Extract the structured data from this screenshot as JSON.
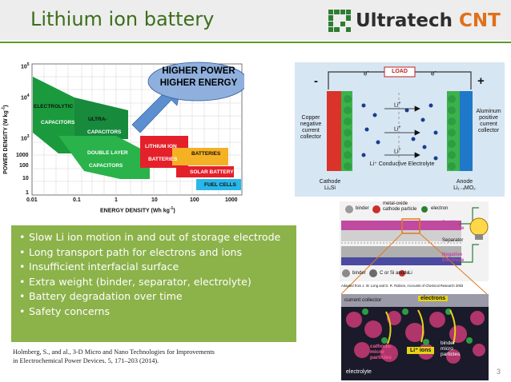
{
  "header": {
    "title": "Lithium ion battery",
    "logo_name": "Ultratech",
    "logo_suffix": "CNT"
  },
  "ragone": {
    "arrow_line1": "HIGHER POWER",
    "arrow_line2": "HIGHER ENERGY",
    "xaxis_label": "ENERGY DENSITY (Wh kg",
    "yaxis_label": "POWER DENSITY (W kg",
    "axis_exp": "-1",
    "x_ticks": [
      "0.01",
      "0.1",
      "1",
      "10",
      "100",
      "1000"
    ],
    "y_ticks": [
      "10",
      "10",
      "10",
      "1000",
      "100",
      "10",
      "1"
    ],
    "y_exps": [
      "5",
      "4",
      "3"
    ],
    "regions": {
      "electrolytic": [
        "ELECTROLYTIC",
        "CAPACITORS"
      ],
      "ultra": [
        "ULTRA-",
        "CAPACITORS"
      ],
      "double_layer": [
        "DOUBLE LAYER",
        "CAPACITORS"
      ],
      "lithium_ion": [
        "LITHIUM ION",
        "BATTERIES"
      ],
      "batteries": "BATTERIES",
      "solar": "SOLAR BATTERY",
      "fuel": "FUEL CELLS"
    },
    "colors": {
      "electrolytic": "#1a9a3c",
      "ultra": "#178a3c",
      "double_layer": "#29b34a",
      "lithium_ion": "#e4202a",
      "batteries": "#f4b124",
      "solar": "#e4202a",
      "fuel": "#29b6e8",
      "arrow": "#5b8fcf"
    }
  },
  "battery_diagram": {
    "electron_left": "e",
    "electron_right": "e",
    "electron_sup": "-",
    "load": "LOAD",
    "minus": "-",
    "plus": "+",
    "left_label": [
      "Copper",
      "negative",
      "current",
      "collector"
    ],
    "right_label": [
      "Aluminum",
      "positive",
      "current",
      "collector"
    ],
    "li_ion": "Li",
    "li_sup": "+",
    "electrolyte": "Li⁺ Conductive Electrolyte",
    "cathode": [
      "Cathode",
      "LiₓSi"
    ],
    "anode": [
      "Anode",
      "Li₁₋ₓMO₂"
    ]
  },
  "bullets": [
    "Slow Li ion motion in and out of storage electrode",
    "Long transport path for electrons and ions",
    "Insufficient interfacial surface",
    "Extra weight (binder, separator, electrolyte)",
    "Battery degradation over time",
    "Safety concerns"
  ],
  "citation": [
    "Holmberg, S., and al., 3-D Micro and Nano Technologies for Improvements",
    "in Electrochemical  Power Devices.  5, 171–203 (2014)."
  ],
  "electrode": {
    "binder": "binder",
    "metal_oxide": [
      "metal-oxide",
      "cathode particle"
    ],
    "electron": "electron",
    "positive": [
      "Positive",
      "Electrode"
    ],
    "separator": "Separator",
    "negative": [
      "Negative",
      "Electrode"
    ],
    "c_or_si": "C or Si anode",
    "li": "Li",
    "adapted": "Adapted from J. W. Long and D. R. Rolison, Accounts of Chemical Research 2003",
    "current_collector": "current collector",
    "electrons": "electrons",
    "cathodic": [
      "cathodic",
      "micro",
      "particles"
    ],
    "li_ions": "Li⁺ ions",
    "binder_micro": [
      "binder",
      "micro",
      "particles"
    ],
    "electrolyte": "electrolyte"
  },
  "page_number": "3"
}
